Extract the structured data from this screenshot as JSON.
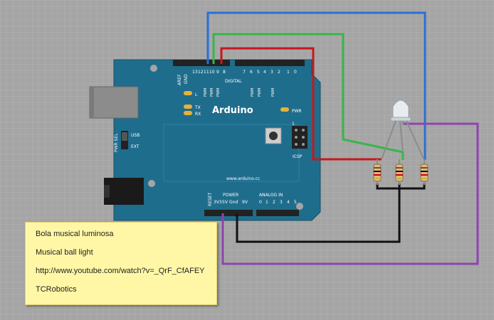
{
  "board": {
    "brand": "Arduino",
    "website": "www.arduino.cc",
    "digital_label": "DIGITAL",
    "analog_label": "ANALOG IN",
    "power_label": "POWER",
    "icsp_label": "ICSP",
    "pwr_label": "PWR",
    "led_l_label": "L",
    "tx_label": "TX",
    "rx_label": "RX",
    "usb_label": "USB",
    "ext_label": "EXT",
    "pwr_sel_label": "PWR SEL",
    "aref_label": "AREF",
    "gnd_label": "GND",
    "reset_label": "RESET",
    "icsp_pin_label": "1",
    "digital_pins": [
      "13",
      "12",
      "11",
      "10",
      "9",
      "8",
      "7",
      "6",
      "5",
      "4",
      "3",
      "2",
      "1",
      "0"
    ],
    "pwm_label": "PWM",
    "power_pins": [
      "3V3",
      "5V",
      "Gnd",
      "9V"
    ],
    "analog_pins": [
      "0",
      "1",
      "2",
      "3",
      "4",
      "5"
    ]
  },
  "note": {
    "line1": "Bola musical luminosa",
    "line2": "Musical ball light",
    "line3": "http://www.youtube.com/watch?v=_QrF_CfAFEY",
    "line4": "TCRobotics"
  },
  "colors": {
    "board": "#1f6d8c",
    "wire_blue": "#2a6fd6",
    "wire_green": "#39b54a",
    "wire_red": "#c8171c",
    "wire_purple": "#8e44ad",
    "wire_black": "#111111",
    "note_bg": "#fff7a6"
  }
}
